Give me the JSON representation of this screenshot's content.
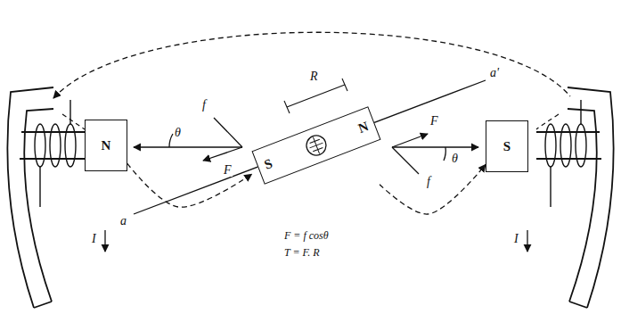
{
  "diagram": {
    "nodes": [
      {
        "text": [
          "N"
        ]
      },
      {
        "text": [
          "S",
          "N"
        ]
      },
      {
        "text": [
          "S"
        ]
      }
    ],
    "edges": [
      {
        "from": 0,
        "to": 1,
        "arrow": "to"
      },
      {
        "from": 1,
        "to": 2,
        "arrow": "to"
      }
    ],
    "labels": [
      "R",
      "f",
      "θ",
      "F",
      "f",
      "θ",
      "F",
      "a",
      "a'",
      "I",
      "I",
      "F = f cosθ",
      "T = F. R"
    ]
  }
}
